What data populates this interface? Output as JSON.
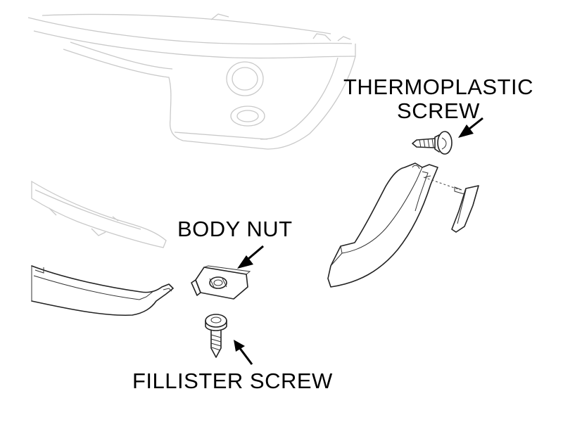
{
  "labels": {
    "thermoplastic_screw_line1": "THERMOPLASTIC",
    "thermoplastic_screw_line2": "SCREW",
    "body_nut": "BODY NUT",
    "fillister_screw": "FILLISTER SCREW"
  },
  "colors": {
    "background": "#ffffff",
    "line_art": "#222222",
    "faint_line_art": "#c9c9c9",
    "text": "#000000"
  }
}
